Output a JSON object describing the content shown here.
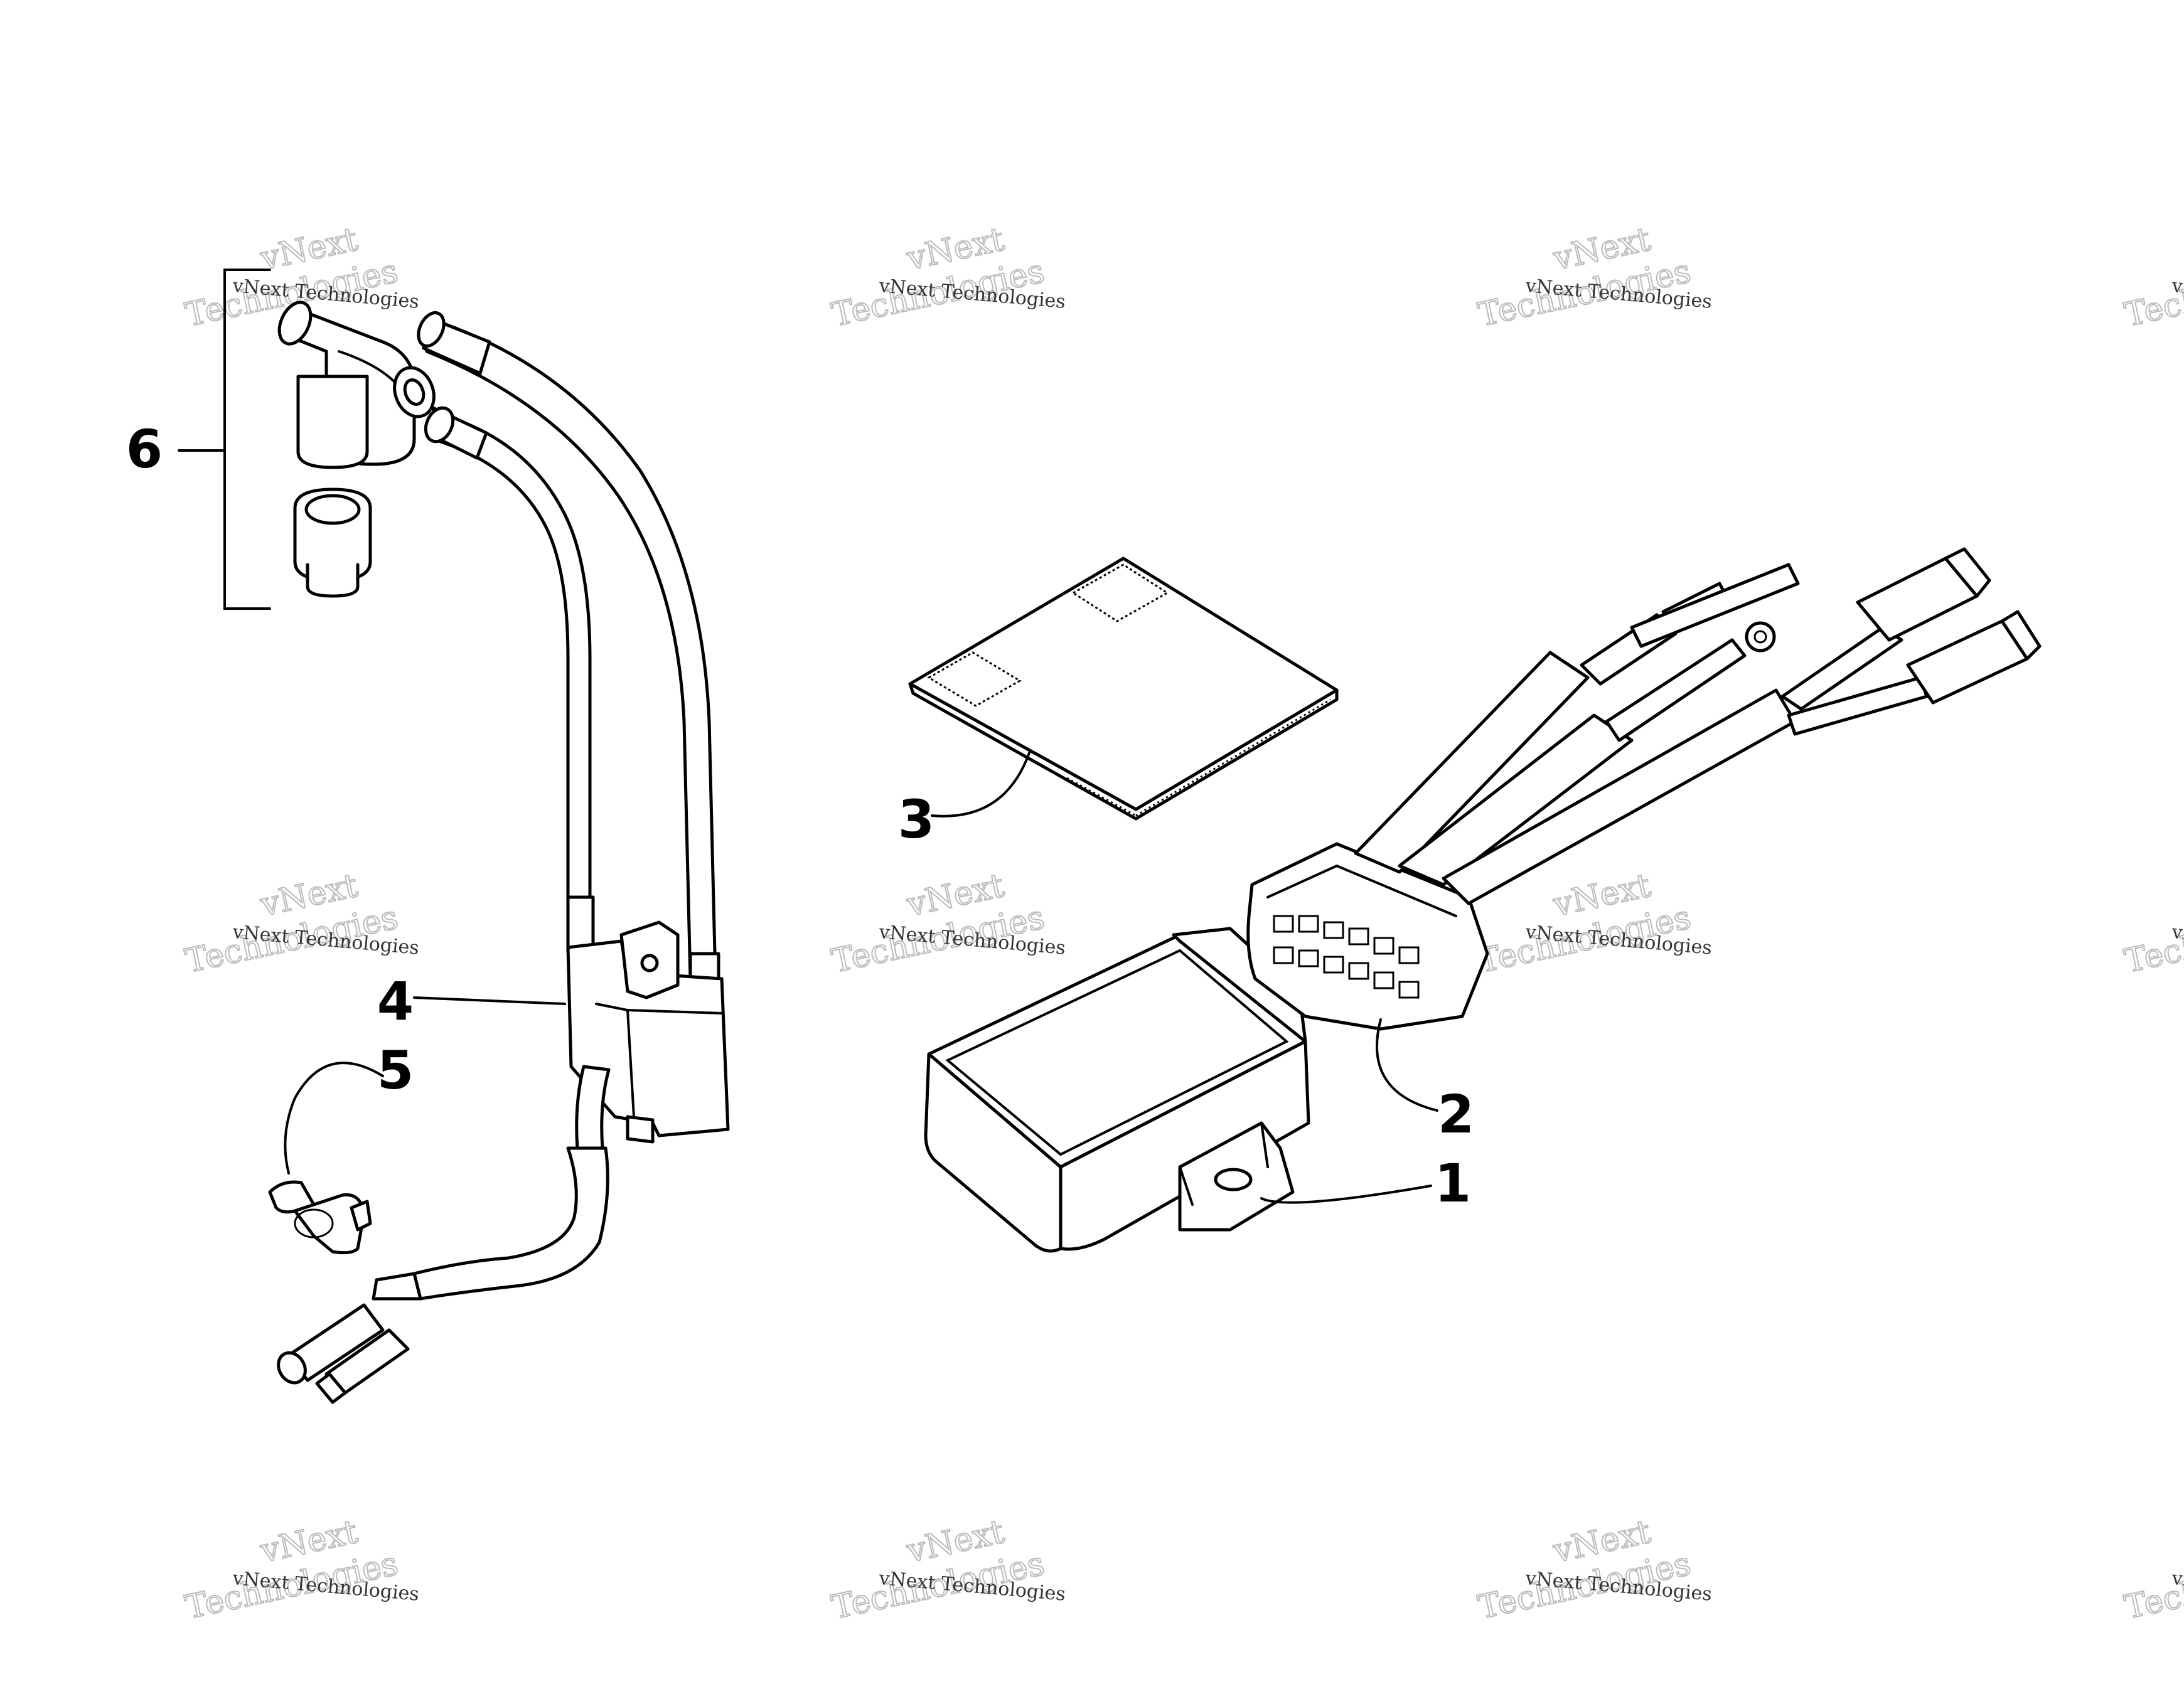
{
  "callouts": [
    {
      "id": "1",
      "label": "1"
    },
    {
      "id": "2",
      "label": "2"
    },
    {
      "id": "3",
      "label": "3"
    },
    {
      "id": "4",
      "label": "4"
    },
    {
      "id": "5",
      "label": "5"
    },
    {
      "id": "6",
      "label": "6"
    }
  ],
  "watermark": {
    "line_small": "vNext Technologies",
    "line_big_1": "vNext",
    "line_big_2": "Technologies"
  }
}
